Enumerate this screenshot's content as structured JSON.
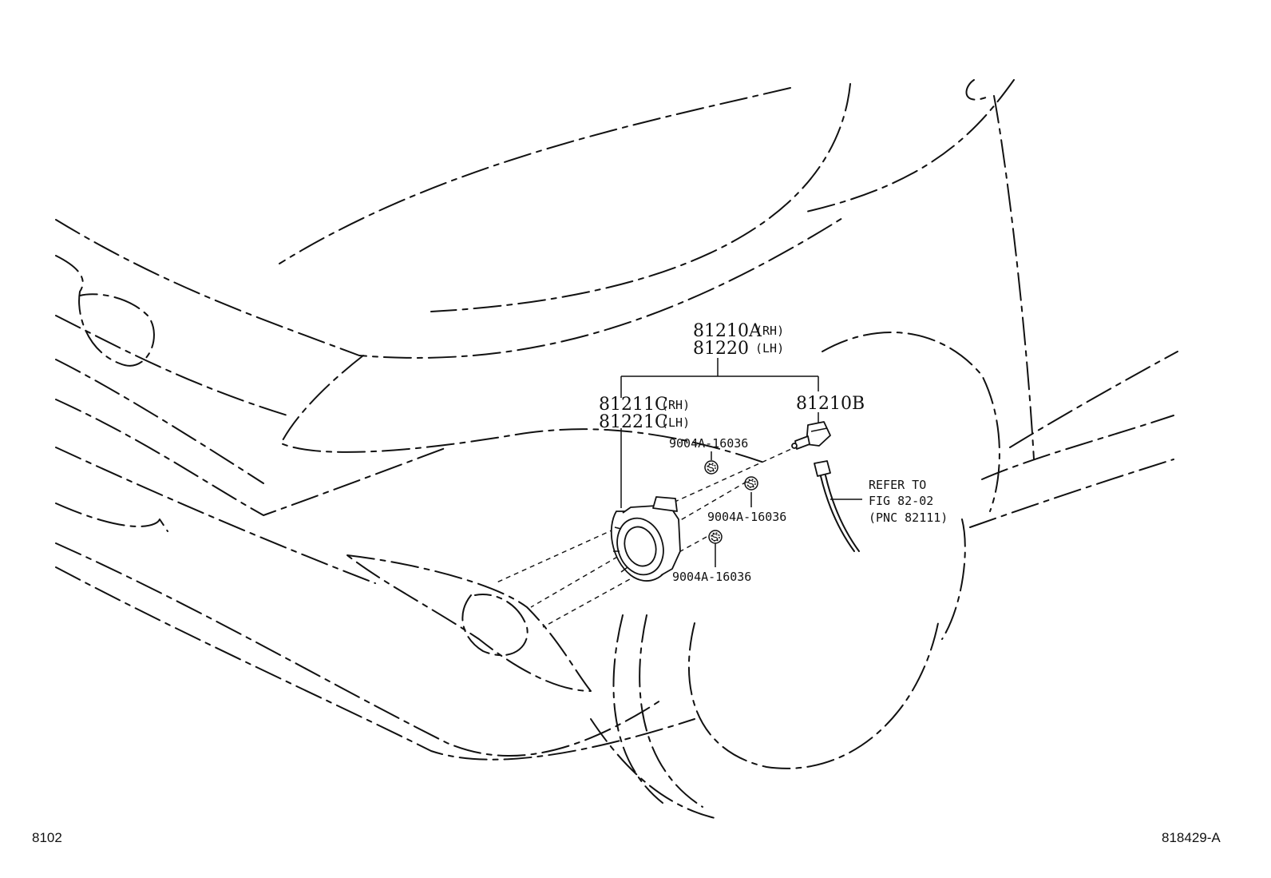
{
  "labels": {
    "assembly_rh": "81210A",
    "assembly_rh_side": "(RH)",
    "assembly_lh": "81220",
    "assembly_lh_side": "(LH)",
    "lamp_unit_rh": "81211C",
    "lamp_unit_rh_side": "(RH)",
    "lamp_unit_lh": "81221C",
    "lamp_unit_lh_side": "(LH)",
    "bulb": "81210B",
    "screw_1": "9004A-16036",
    "screw_2": "9004A-16036",
    "screw_3": "9004A-16036",
    "screw_symbol": "S",
    "refer_line1": "REFER TO",
    "refer_line2": "FIG 82-02",
    "refer_line3": "(PNC 82111)"
  },
  "footer": {
    "figure_number": "8102",
    "illustration_id": "818429-A"
  }
}
